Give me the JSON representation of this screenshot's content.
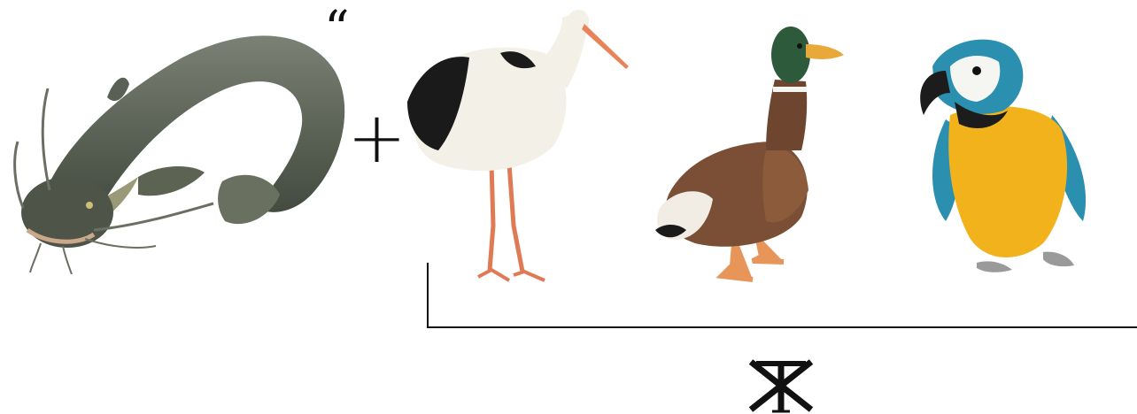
{
  "quote_mark": "“",
  "plus_sign": "+",
  "colors": {
    "ink": "#111111",
    "background": "#ffffff",
    "catfish": "#5a6054",
    "stork_white": "#f3f0e8",
    "stork_black": "#1a1a1a",
    "stork_beak": "#e8845a",
    "duck_head": "#2d5a3a",
    "duck_body": "#7a4f35",
    "duck_bill": "#e8a93a",
    "macaw_yellow": "#f2b21c",
    "macaw_blue": "#2b8fb0"
  },
  "figures": [
    {
      "name": "catfish",
      "icon": "catfish-image"
    },
    {
      "name": "stork",
      "icon": "stork-image"
    },
    {
      "name": "duck",
      "icon": "duck-image"
    },
    {
      "name": "macaw",
      "icon": "macaw-image"
    }
  ],
  "symbol": {
    "icon": "crossed-t-symbol"
  }
}
